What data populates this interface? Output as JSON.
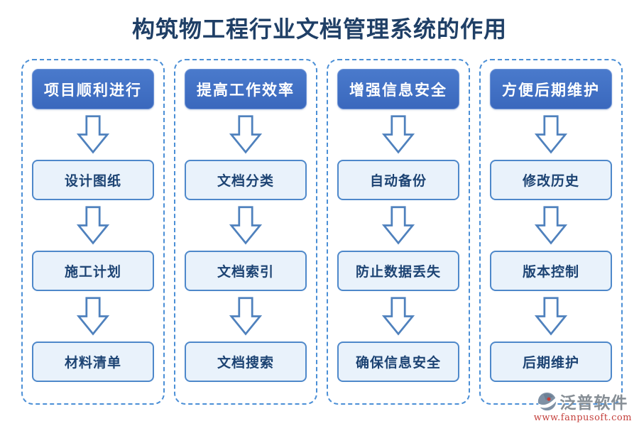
{
  "title": "构筑物工程行业文档管理系统的作用",
  "columns": [
    {
      "header": "项目顺利进行",
      "items": [
        "设计图纸",
        "施工计划",
        "材料清单"
      ]
    },
    {
      "header": "提高工作效率",
      "items": [
        "文档分类",
        "文档索引",
        "文档搜索"
      ]
    },
    {
      "header": "增强信息安全",
      "items": [
        "自动备份",
        "防止数据丢失",
        "确保信息安全"
      ]
    },
    {
      "header": "方便后期维护",
      "items": [
        "修改历史",
        "版本控制",
        "后期维护"
      ]
    }
  ],
  "footer": {
    "brand": "泛普软件",
    "website": "www.fanpusoft.com"
  },
  "icons": {
    "arrow": "down-arrow-icon",
    "logo": "brand-logo-icon"
  },
  "colors": {
    "title_text": "#1f3f66",
    "header_fill": "#3d6ec4",
    "header_text": "#ffffff",
    "panel_border": "#4b8fd6",
    "step_fill": "#e9f2fb",
    "step_border": "#4e88ca",
    "step_text": "#1c4373",
    "arrow_stroke": "#4f81bd",
    "brand_grey": "#868e95",
    "brand_red": "#c4403c"
  }
}
